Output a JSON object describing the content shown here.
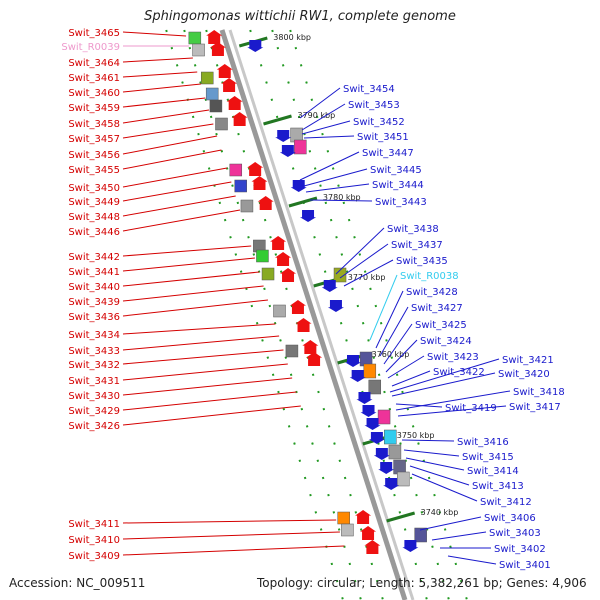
{
  "title": "Sphingomonas wittichii RW1, complete genome",
  "footer": {
    "accession": "Accession: NC_009511",
    "topology": "Topology: circular; Length: 5,382,261 bp; Genes: 4,906"
  },
  "scale_labels": [
    "3800 kbp",
    "3790 kbp",
    "3780 kbp",
    "3770 kbp",
    "3760 kbp",
    "3750 kbp",
    "3740 kbp"
  ],
  "left_labels": [
    {
      "text": "Swit_3465",
      "color": "#d40000"
    },
    {
      "text": "Swit_R0039",
      "color": "#ee99cc"
    },
    {
      "text": "Swit_3464",
      "color": "#d40000"
    },
    {
      "text": "Swit_3461",
      "color": "#d40000"
    },
    {
      "text": "Swit_3460",
      "color": "#d40000"
    },
    {
      "text": "Swit_3459",
      "color": "#d40000"
    },
    {
      "text": "Swit_3458",
      "color": "#d40000"
    },
    {
      "text": "Swit_3457",
      "color": "#d40000"
    },
    {
      "text": "Swit_3456",
      "color": "#d40000"
    },
    {
      "text": "Swit_3455",
      "color": "#d40000"
    },
    {
      "text": "Swit_3450",
      "color": "#d40000"
    },
    {
      "text": "Swit_3449",
      "color": "#d40000"
    },
    {
      "text": "Swit_3448",
      "color": "#d40000"
    },
    {
      "text": "Swit_3446",
      "color": "#d40000"
    },
    {
      "text": "Swit_3442",
      "color": "#d40000"
    },
    {
      "text": "Swit_3441",
      "color": "#d40000"
    },
    {
      "text": "Swit_3440",
      "color": "#d40000"
    },
    {
      "text": "Swit_3439",
      "color": "#d40000"
    },
    {
      "text": "Swit_3436",
      "color": "#d40000"
    },
    {
      "text": "Swit_3434",
      "color": "#d40000"
    },
    {
      "text": "Swit_3433",
      "color": "#d40000"
    },
    {
      "text": "Swit_3432",
      "color": "#d40000"
    },
    {
      "text": "Swit_3431",
      "color": "#d40000"
    },
    {
      "text": "Swit_3430",
      "color": "#d40000"
    },
    {
      "text": "Swit_3429",
      "color": "#d40000"
    },
    {
      "text": "Swit_3426",
      "color": "#d40000"
    },
    {
      "text": "Swit_3411",
      "color": "#d40000"
    },
    {
      "text": "Swit_3410",
      "color": "#d40000"
    },
    {
      "text": "Swit_3409",
      "color": "#d40000"
    }
  ],
  "right_labels": [
    {
      "text": "Swit_3454",
      "color": "#1a1acc"
    },
    {
      "text": "Swit_3453",
      "color": "#1a1acc"
    },
    {
      "text": "Swit_3452",
      "color": "#1a1acc"
    },
    {
      "text": "Swit_3451",
      "color": "#1a1acc"
    },
    {
      "text": "Swit_3447",
      "color": "#1a1acc"
    },
    {
      "text": "Swit_3445",
      "color": "#1a1acc"
    },
    {
      "text": "Swit_3444",
      "color": "#1a1acc"
    },
    {
      "text": "Swit_3443",
      "color": "#1a1acc"
    },
    {
      "text": "Swit_3438",
      "color": "#1a1acc"
    },
    {
      "text": "Swit_3437",
      "color": "#1a1acc"
    },
    {
      "text": "Swit_3435",
      "color": "#1a1acc"
    },
    {
      "text": "Swit_R0038",
      "color": "#33ccee"
    },
    {
      "text": "Swit_3428",
      "color": "#1a1acc"
    },
    {
      "text": "Swit_3427",
      "color": "#1a1acc"
    },
    {
      "text": "Swit_3425",
      "color": "#1a1acc"
    },
    {
      "text": "Swit_3424",
      "color": "#1a1acc"
    },
    {
      "text": "Swit_3423",
      "color": "#1a1acc"
    },
    {
      "text": "Swit_3422",
      "color": "#1a1acc"
    },
    {
      "text": "Swit_3421",
      "color": "#1a1acc"
    },
    {
      "text": "Swit_3420",
      "color": "#1a1acc"
    },
    {
      "text": "Swit_3419",
      "color": "#1a1acc"
    },
    {
      "text": "Swit_3418",
      "color": "#1a1acc"
    },
    {
      "text": "Swit_3417",
      "color": "#1a1acc"
    },
    {
      "text": "Swit_3416",
      "color": "#1a1acc"
    },
    {
      "text": "Swit_3415",
      "color": "#1a1acc"
    },
    {
      "text": "Swit_3414",
      "color": "#1a1acc"
    },
    {
      "text": "Swit_3413",
      "color": "#1a1acc"
    },
    {
      "text": "Swit_3412",
      "color": "#1a1acc"
    },
    {
      "text": "Swit_3406",
      "color": "#1a1acc"
    },
    {
      "text": "Swit_3403",
      "color": "#1a1acc"
    },
    {
      "text": "Swit_3402",
      "color": "#1a1acc"
    },
    {
      "text": "Swit_3401",
      "color": "#1a1acc"
    }
  ],
  "colors": {
    "forward_gene": "#ee1111",
    "reverse_gene": "#1a1acc",
    "backbone": "#888888",
    "dotted_track": "#229922",
    "label_left": "#d40000",
    "label_right": "#1a1acc"
  }
}
